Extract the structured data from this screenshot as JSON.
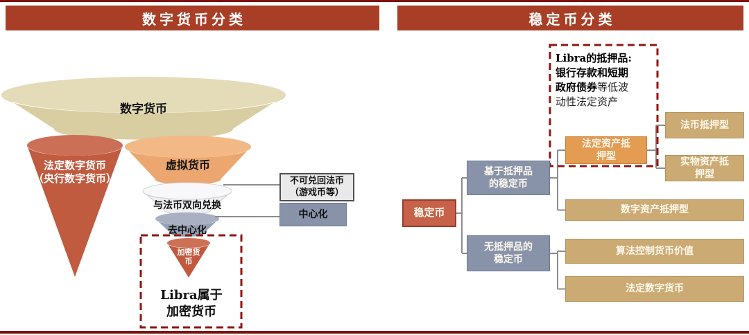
{
  "colors": {
    "brand-red": "#A93E26",
    "rule-dark": "#7D120E",
    "dashed-red": "#8C1712",
    "connector": "#8C8C8C",
    "funnel-beige": "#D9CDA2",
    "funnel-beige-top": "#E4DBB8",
    "cone-red": "#C05B40",
    "cone-red-top": "#CC6F57",
    "funnel-orange": "#ECA770",
    "funnel-orange-top": "#F2B987",
    "funnel-white": "#EFEFF1",
    "funnel-white-top": "#F8F8FA",
    "funnel-slate": "#97A1B5",
    "funnel-slate-top": "#A8B0C2",
    "small-cone-red": "#C2593D",
    "small-cone-red-top": "#CE7055",
    "box-red": "#C6614A",
    "box-red-border": "#9C3D2A",
    "box-slate": "#8893AA",
    "box-slate-border": "#6F7A92",
    "box-orange": "#E49B52",
    "box-orange-border": "#CE8138",
    "box-tan": "#CCAA73",
    "box-tan-border": "#B6945F",
    "callout-gray": "#E9E9E9",
    "callout-border": "#4F4F4F",
    "text-dark": "#111111",
    "text-light": "#FDF8EC"
  },
  "left_panel": {
    "title": "数字货币分类",
    "funnel": {
      "digital_currency": "数字货币",
      "fiat_digital_line1": "法定数字货币",
      "fiat_digital_line2": "（央行数字货币）",
      "virtual_currency": "虚拟货币",
      "two_way_exchange": "与法币双向兑换",
      "decentralized": "去中心化",
      "crypto_line1": "加密货",
      "crypto_line2": "币"
    },
    "callout_non_redeemable": {
      "line1": "不可兑回法币",
      "line2": "（游戏币等）"
    },
    "callout_centralized": "中心化",
    "libra_note": {
      "line1": "Libra属于",
      "line2": "加密货币"
    }
  },
  "right_panel": {
    "title": "稳定币分类",
    "collateral_note": {
      "bold1": "Libra的抵押品:",
      "bold2": "银行存款和短期",
      "bold3": "政府债券",
      "reg3": "等低波",
      "reg4": "动性法定资产"
    },
    "tree": {
      "root": "稳定币",
      "collateral_based": {
        "line1": "基于抵押品",
        "line2": "的稳定币"
      },
      "non_collateral": {
        "line1": "无抵押品的",
        "line2": "稳定币"
      },
      "legal_asset": {
        "line1": "法定资产抵",
        "line2": "押型"
      },
      "fiat_backed": "法币抵押型",
      "physical_asset": {
        "line1": "实物资产抵",
        "line2": "押型"
      },
      "digital_asset": "数字资产抵押型",
      "algorithm_controlled": "算法控制货币价值",
      "legal_digital_currency": "法定数字货币"
    }
  }
}
